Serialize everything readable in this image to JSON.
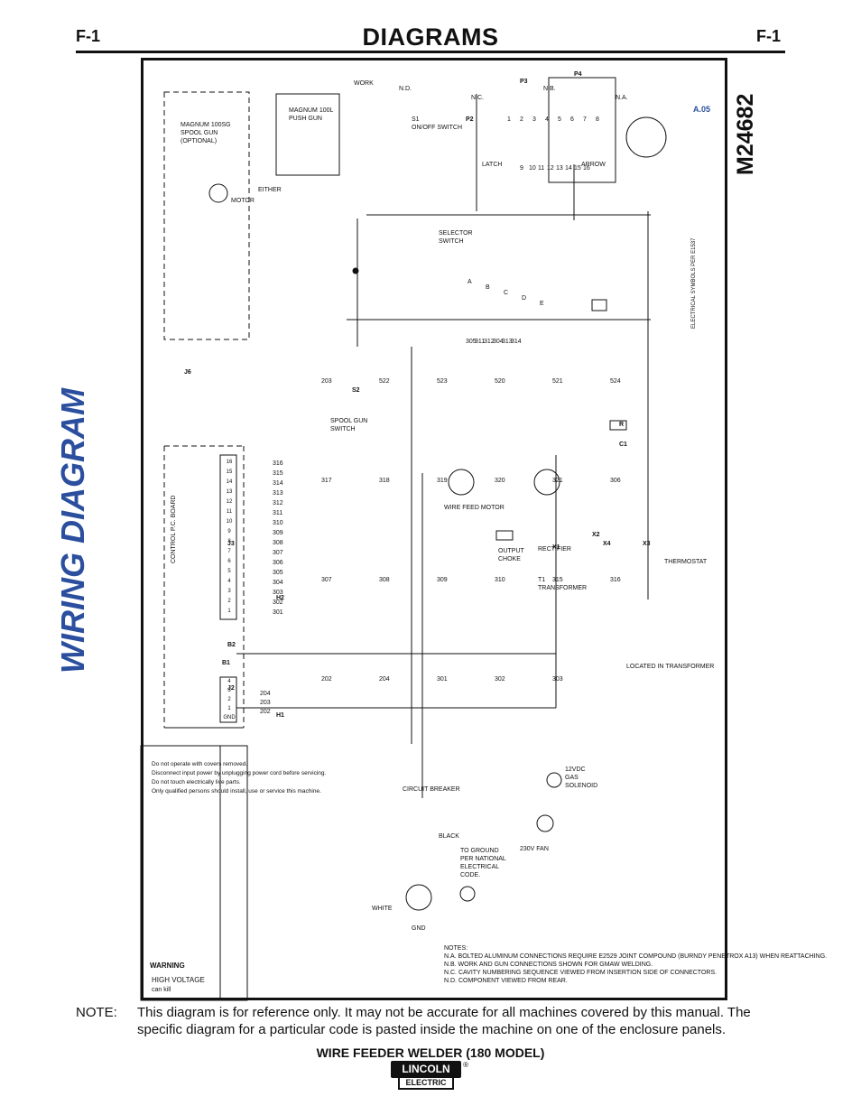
{
  "header": {
    "page_left": "F-1",
    "title": "DIAGRAMS",
    "page_right": "F-1"
  },
  "diagram": {
    "title": "WIRING DIAGRAM",
    "number": "M24682",
    "revision": "A.05",
    "symbols_note": "ELECTRICAL SYMBOLS PER E1537",
    "warning": {
      "heading": "WARNING",
      "hazard": "HIGH VOLTAGE",
      "hazard_sub": "can kill",
      "items": [
        "Do not operate with covers removed.",
        "Disconnect input power by unplugging power cord before servicing.",
        "Do not touch electrically live parts.",
        "Only qualified persons should install, use or service this machine."
      ]
    },
    "components": {
      "spool_gun": [
        "MAGNUM 100SG",
        "SPOOL GUN",
        "(OPTIONAL)"
      ],
      "push_gun": [
        "MAGNUM 100L",
        "PUSH GUN"
      ],
      "motor": "MOTOR",
      "either": "EITHER",
      "work": "WORK",
      "on_off_switch": [
        "S1",
        "ON/OFF SWITCH"
      ],
      "latch": "LATCH",
      "arrow": "ARROW",
      "selector_switch": [
        "SELECTOR",
        "SWITCH"
      ],
      "spool_gun_switch": [
        "SPOOL GUN",
        "SWITCH"
      ],
      "wire_feed_motor": "WIRE FEED MOTOR",
      "output_choke": [
        "OUTPUT",
        "CHOKE"
      ],
      "rectifier": "RECTIFIER",
      "transformer": [
        "T1",
        "TRANSFORMER"
      ],
      "thermostat": "THERMOSTAT",
      "located_in_transformer": "LOCATED IN TRANSFORMER",
      "control_board": "CONTROL P.C. BOARD",
      "circuit_breaker": "CIRCUIT BREAKER",
      "fan": "230V FAN",
      "solenoid": [
        "12VDC",
        "GAS",
        "SOLENOID"
      ],
      "ground_note": [
        "TO GROUND",
        "PER NATIONAL",
        "ELECTRICAL",
        "CODE."
      ],
      "black": "BLACK",
      "white": "WHITE",
      "gnd": "GND"
    },
    "connectors": [
      "J6",
      "J2",
      "J3",
      "P2",
      "P3",
      "P4",
      "S2",
      "C1",
      "R",
      "X1",
      "X2",
      "X3",
      "X4",
      "H1",
      "H2",
      "B1",
      "B2"
    ],
    "j3_pins": [
      "1",
      "2",
      "3",
      "4",
      "5",
      "6",
      "7",
      "8",
      "9",
      "10",
      "11",
      "12",
      "13",
      "14",
      "15",
      "16"
    ],
    "j3_wires": [
      "301",
      "302",
      "303",
      "304",
      "305",
      "306",
      "307",
      "308",
      "309",
      "310",
      "311",
      "312",
      "313",
      "314",
      "315",
      "316"
    ],
    "j2_pins": [
      "GND",
      "1",
      "2",
      "3",
      "4"
    ],
    "j2_wires": [
      "202",
      "203",
      "204"
    ],
    "p3_row1": [
      "1",
      "2",
      "3",
      "4",
      "5",
      "6",
      "7",
      "8"
    ],
    "p3_row2": [
      "9",
      "10",
      "11",
      "12",
      "13",
      "14",
      "15",
      "16"
    ],
    "p4_wires": [
      "305",
      "311",
      "312",
      "304",
      "313",
      "314"
    ],
    "selector_positions": [
      "A",
      "B",
      "C",
      "D",
      "E"
    ],
    "wires": [
      "203",
      "522",
      "523",
      "520",
      "521",
      "524",
      "317",
      "318",
      "319",
      "320",
      "321",
      "306",
      "307",
      "308",
      "309",
      "310",
      "315",
      "316",
      "202",
      "204",
      "301",
      "302",
      "303"
    ],
    "contact_labels": [
      "N.D.",
      "N.C.",
      "N.B.",
      "N.A."
    ],
    "notes": [
      "NOTES:",
      "N.A. BOLTED ALUMINUM CONNECTIONS REQUIRE E2529 JOINT COMPOUND (BURNDY PENETROX A13) WHEN REATTACHING.",
      "N.B. WORK AND GUN CONNECTIONS SHOWN FOR GMAW WELDING.",
      "N.C. CAVITY NUMBERING SEQUENCE VIEWED FROM INSERTION SIDE OF CONNECTORS.",
      "N.D. COMPONENT VIEWED FROM REAR."
    ]
  },
  "note": {
    "label": "NOTE:",
    "text": "This diagram is for reference only. It may not be accurate for all machines covered by this manual. The specific diagram for a particular code is pasted inside the machine on one of the enclosure panels."
  },
  "footer": {
    "model": "WIRE FEEDER WELDER (180 MODEL)",
    "brand": "LINCOLN",
    "brand_sub": "ELECTRIC",
    "registered": "®"
  }
}
